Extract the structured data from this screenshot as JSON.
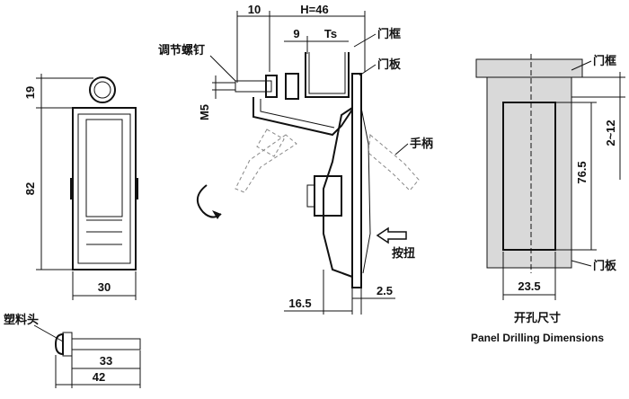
{
  "front_view": {
    "dim_top": "19",
    "dim_height": "82",
    "dim_width": "30"
  },
  "side_view": {
    "dim_10": "10",
    "dim_h": "H=46",
    "dim_9": "9",
    "dim_ts": "Ts",
    "dim_m5": "M5",
    "dim_16_5": "16.5",
    "dim_2_5": "2.5",
    "label_screw": "调节螺钉",
    "label_frame": "门框",
    "label_panel": "门板",
    "label_handle": "手柄",
    "label_button": "按扭"
  },
  "cutout_view": {
    "label_frame": "门框",
    "label_panel": "门板",
    "dim_2_12": "2~12",
    "dim_76_5": "76.5",
    "dim_23_5": "23.5",
    "caption_cn": "开孔尺寸",
    "caption_en": "Panel Drilling Dimensions"
  },
  "plastic_head": {
    "label": "塑料头",
    "dim_33": "33",
    "dim_42": "42"
  }
}
